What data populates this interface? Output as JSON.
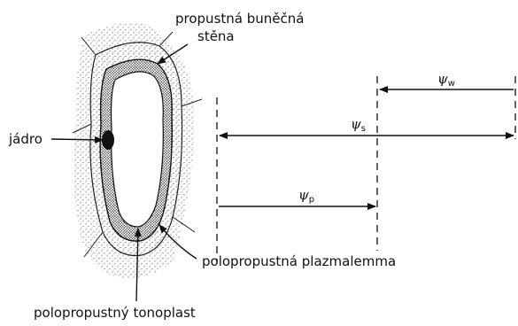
{
  "labels": {
    "wall_line1": "propustná buněčná",
    "wall_line2": "stěna",
    "nucleus": "jádro",
    "plasmalemma": "polopropustná plazmalemma",
    "tonoplast": "polopropustný tonoplast"
  },
  "potentials": {
    "psi_symbol": "ψ",
    "w_sub": "w",
    "s_sub": "s",
    "p_sub": "p"
  }
}
